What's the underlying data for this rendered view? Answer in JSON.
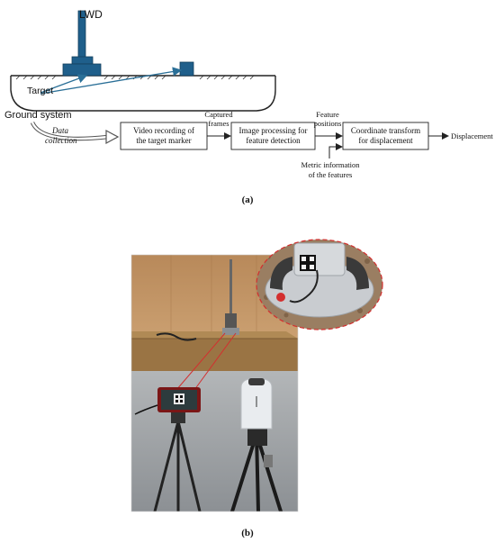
{
  "panel_a": {
    "lwd_label": "LWD",
    "target_label": "Target",
    "ground_system_label": "Ground system",
    "data_collection_line1": "Data",
    "data_collection_line2": "collection",
    "boxes": [
      {
        "line1": "Video recording of",
        "line2": "the target marker"
      },
      {
        "line1": "Image processing for",
        "line2": "feature detection"
      },
      {
        "line1": "Coordinate transform",
        "line2": "for displacement"
      }
    ],
    "edge_labels": [
      {
        "line1": "Captured",
        "line2": "frames"
      },
      {
        "line1": "Feature",
        "line2": "positions"
      }
    ],
    "metric_line1": "Metric information",
    "metric_line2": "of the features",
    "output_label": "Displacement",
    "caption": "(a)"
  },
  "panel_b": {
    "caption": "(b)",
    "colors": {
      "callout": "#d32f2f",
      "wall": "#c79a68",
      "floor": "#9aa0a4",
      "tripod": "#222222"
    }
  }
}
